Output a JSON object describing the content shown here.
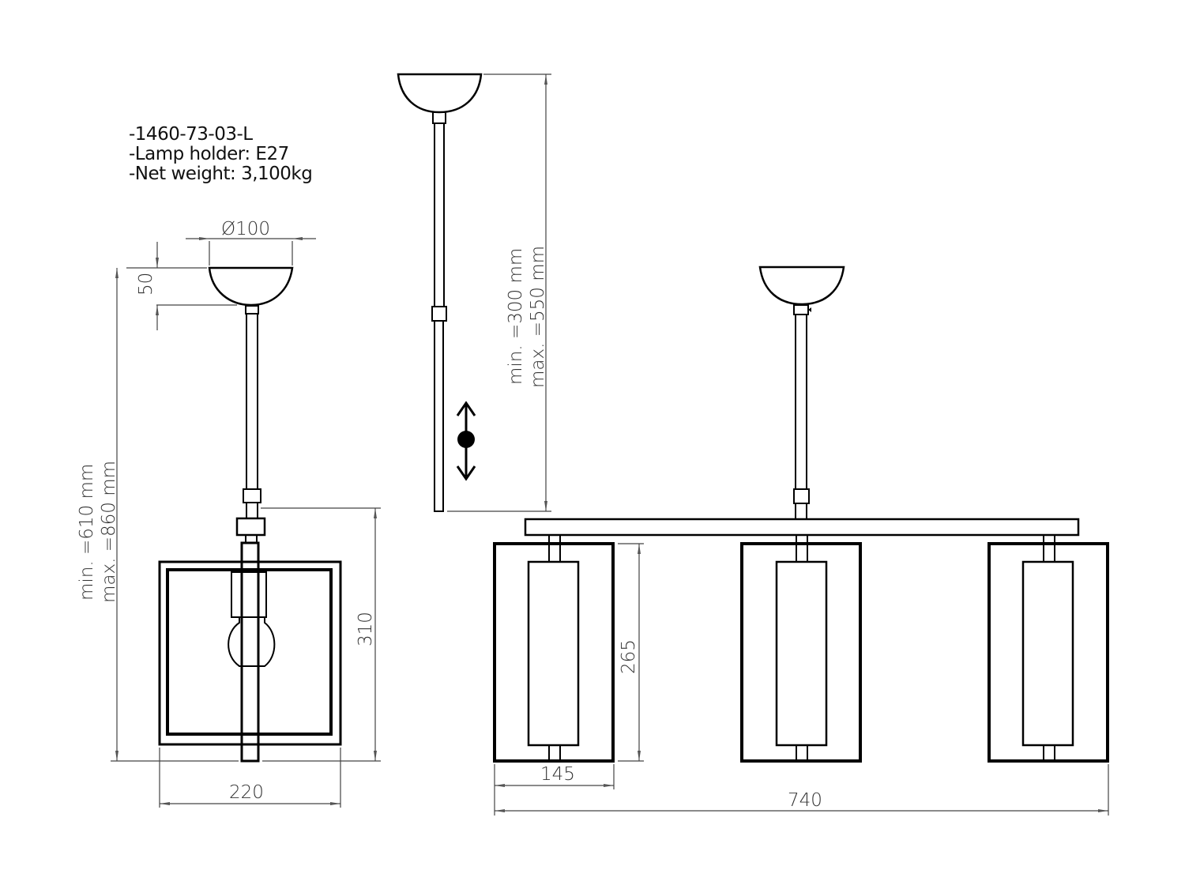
{
  "specs": {
    "model": "-1460-73-03-L",
    "lamp_holder": "-Lamp holder: E27",
    "net_weight": "-Net weight: 3,100kg"
  },
  "dimensions": {
    "canopy_diameter": "Ø100",
    "canopy_height": "50",
    "side_total_height": "min. =610 mm",
    "side_total_height_max": "max. =860 mm",
    "shade_height": "310",
    "shade_width": "220",
    "rod_length_min": "min. =300 mm",
    "rod_length_max": "max. =550 mm",
    "front_shade_height": "265",
    "front_shade_width": "145",
    "front_total_width": "740"
  },
  "icons": {
    "adjust": "adjustable-height-arrow"
  },
  "colors": {
    "line": "#000000",
    "dimension": "#444444",
    "background": "#ffffff"
  }
}
